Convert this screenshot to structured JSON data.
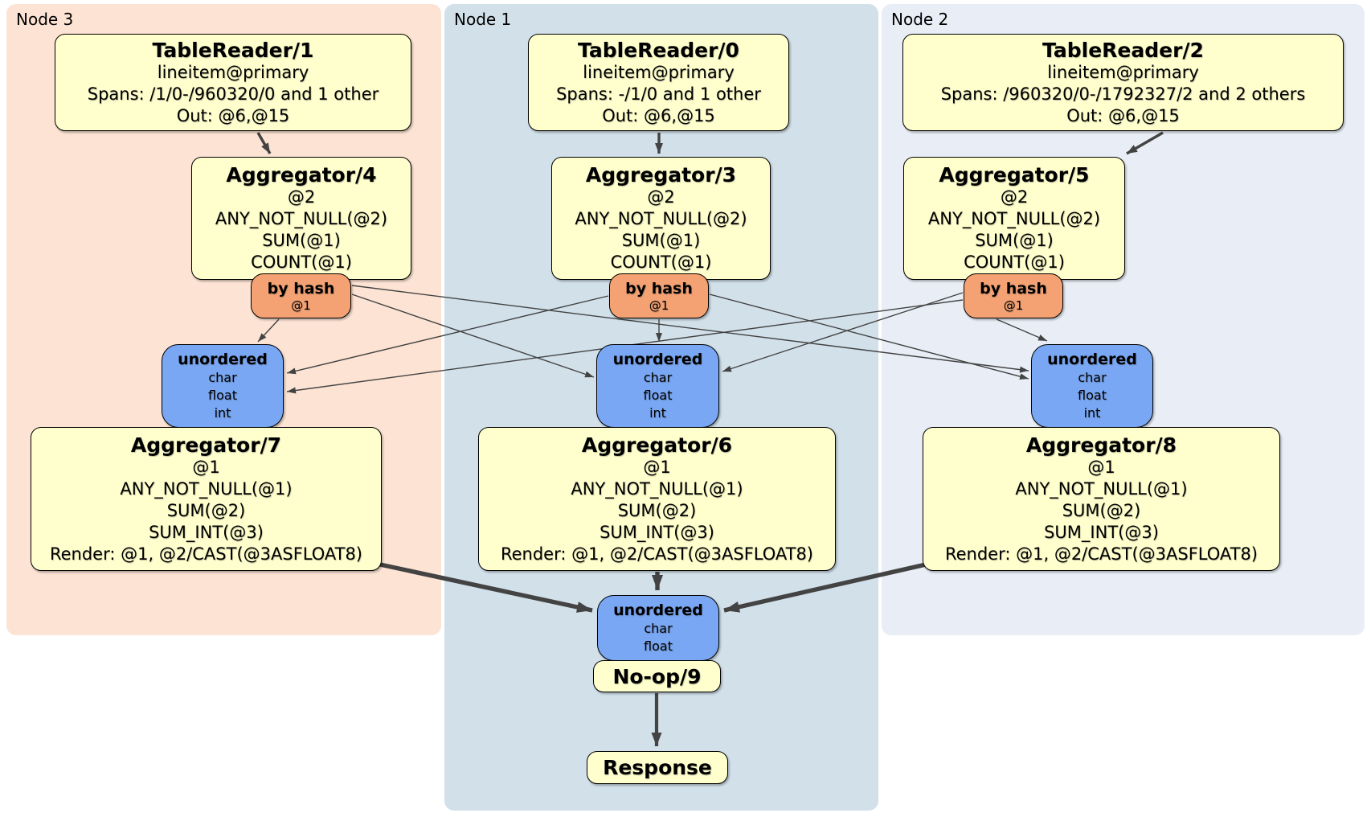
{
  "diagram": {
    "regions": [
      {
        "id": "node3",
        "label": "Node 3"
      },
      {
        "id": "node1",
        "label": "Node 1"
      },
      {
        "id": "node2",
        "label": "Node 2"
      }
    ],
    "colors": {
      "region_node3_bg": "#fce3d3",
      "region_node1_bg": "#d2e0ea",
      "region_node2_bg": "#e9eef6",
      "processor_bg": "#ffffce",
      "router_bg": "#f4a273",
      "sync_bg": "#79a7f3",
      "edge": "#434343",
      "border": "#000000",
      "text": "#000000"
    },
    "nodes": [
      {
        "id": "tr1",
        "region": "node3",
        "kind": "processor",
        "title": "TableReader/1",
        "lines": [
          "lineitem@primary",
          "Spans: /1/0-/960320/0 and 1 other",
          "Out: @6,@15"
        ]
      },
      {
        "id": "agg4",
        "region": "node3",
        "kind": "processor",
        "title": "Aggregator/4",
        "lines": [
          "@2",
          "ANY_NOT_NULL(@2)",
          "SUM(@1)",
          "COUNT(@1)"
        ]
      },
      {
        "id": "hash4",
        "region": "node3",
        "kind": "router",
        "title": "by hash",
        "lines": [
          "@1"
        ]
      },
      {
        "id": "un7",
        "region": "node3",
        "kind": "sync",
        "title": "unordered",
        "lines": [
          "char",
          "float",
          "int"
        ]
      },
      {
        "id": "agg7",
        "region": "node3",
        "kind": "processor",
        "title": "Aggregator/7",
        "lines": [
          "@1",
          "ANY_NOT_NULL(@1)",
          "SUM(@2)",
          "SUM_INT(@3)",
          "Render: @1, @2/CAST(@3ASFLOAT8)"
        ]
      },
      {
        "id": "tr0",
        "region": "node1",
        "kind": "processor",
        "title": "TableReader/0",
        "lines": [
          "lineitem@primary",
          "Spans: -/1/0 and 1 other",
          "Out: @6,@15"
        ]
      },
      {
        "id": "agg3",
        "region": "node1",
        "kind": "processor",
        "title": "Aggregator/3",
        "lines": [
          "@2",
          "ANY_NOT_NULL(@2)",
          "SUM(@1)",
          "COUNT(@1)"
        ]
      },
      {
        "id": "hash3",
        "region": "node1",
        "kind": "router",
        "title": "by hash",
        "lines": [
          "@1"
        ]
      },
      {
        "id": "un6",
        "region": "node1",
        "kind": "sync",
        "title": "unordered",
        "lines": [
          "char",
          "float",
          "int"
        ]
      },
      {
        "id": "agg6",
        "region": "node1",
        "kind": "processor",
        "title": "Aggregator/6",
        "lines": [
          "@1",
          "ANY_NOT_NULL(@1)",
          "SUM(@2)",
          "SUM_INT(@3)",
          "Render: @1, @2/CAST(@3ASFLOAT8)"
        ]
      },
      {
        "id": "tr2",
        "region": "node2",
        "kind": "processor",
        "title": "TableReader/2",
        "lines": [
          "lineitem@primary",
          "Spans: /960320/0-/1792327/2 and 2 others",
          "Out: @6,@15"
        ]
      },
      {
        "id": "agg5",
        "region": "node2",
        "kind": "processor",
        "title": "Aggregator/5",
        "lines": [
          "@2",
          "ANY_NOT_NULL(@2)",
          "SUM(@1)",
          "COUNT(@1)"
        ]
      },
      {
        "id": "hash5",
        "region": "node2",
        "kind": "router",
        "title": "by hash",
        "lines": [
          "@1"
        ]
      },
      {
        "id": "un8",
        "region": "node2",
        "kind": "sync",
        "title": "unordered",
        "lines": [
          "char",
          "float",
          "int"
        ]
      },
      {
        "id": "agg8",
        "region": "node2",
        "kind": "processor",
        "title": "Aggregator/8",
        "lines": [
          "@1",
          "ANY_NOT_NULL(@1)",
          "SUM(@2)",
          "SUM_INT(@3)",
          "Render: @1, @2/CAST(@3ASFLOAT8)"
        ]
      },
      {
        "id": "un9",
        "region": "node1",
        "kind": "sync",
        "title": "unordered",
        "lines": [
          "char",
          "float"
        ]
      },
      {
        "id": "noop9",
        "region": "node1",
        "kind": "processor",
        "title": "No-op/9",
        "lines": []
      },
      {
        "id": "resp",
        "region": "node1",
        "kind": "processor",
        "title": "Response",
        "lines": []
      }
    ],
    "edges": [
      {
        "from": "tr1",
        "to": "agg4",
        "style": "mid"
      },
      {
        "from": "tr0",
        "to": "agg3",
        "style": "mid"
      },
      {
        "from": "tr2",
        "to": "agg5",
        "style": "mid"
      },
      {
        "from": "hash4",
        "to": "un7",
        "style": "thin"
      },
      {
        "from": "hash4",
        "to": "un6",
        "style": "thin"
      },
      {
        "from": "hash4",
        "to": "un8",
        "style": "thin"
      },
      {
        "from": "hash3",
        "to": "un7",
        "style": "thin"
      },
      {
        "from": "hash3",
        "to": "un6",
        "style": "thin"
      },
      {
        "from": "hash3",
        "to": "un8",
        "style": "thin"
      },
      {
        "from": "hash5",
        "to": "un7",
        "style": "thin"
      },
      {
        "from": "hash5",
        "to": "un6",
        "style": "thin"
      },
      {
        "from": "hash5",
        "to": "un8",
        "style": "thin"
      },
      {
        "from": "agg7",
        "to": "un9",
        "style": "heavy"
      },
      {
        "from": "agg6",
        "to": "un9",
        "style": "heavy"
      },
      {
        "from": "agg8",
        "to": "un9",
        "style": "heavy"
      },
      {
        "from": "noop9",
        "to": "resp",
        "style": "stem"
      }
    ]
  }
}
